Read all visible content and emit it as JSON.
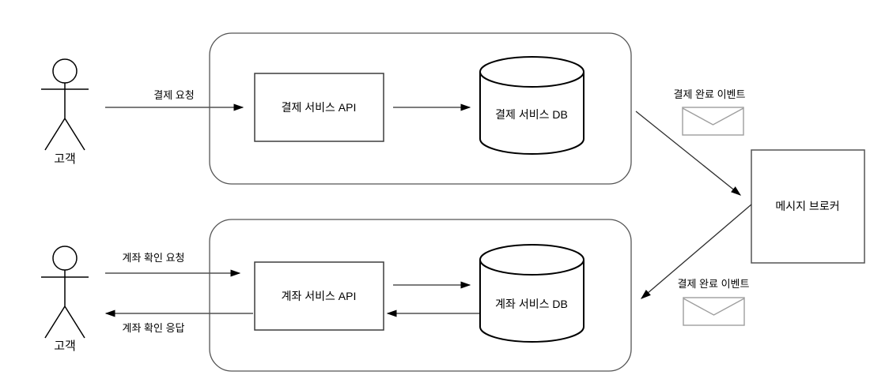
{
  "actors": {
    "top_label": "고객",
    "bottom_label": "고객"
  },
  "payment_flow": {
    "request_arrow_label": "결제 요청",
    "api_box_label": "결제 서비스 API",
    "db_label": "결제 서비스 DB",
    "event_label": "결제 완료 이벤트"
  },
  "account_flow": {
    "request_arrow_label": "계좌 확인 요청",
    "response_arrow_label": "계좌 확인 응답",
    "api_box_label": "계좌 서비스 API",
    "db_label": "계좌 서비스 DB",
    "event_label": "결제 완료 이벤트"
  },
  "broker": {
    "label": "메시지 브로커"
  },
  "icons": {
    "actor": "stick-figure",
    "database": "cylinder",
    "event": "envelope"
  },
  "colors": {
    "background": "#ffffff",
    "line": "#2e2e2e",
    "container_stroke": "#545454",
    "node_stroke": "#3d3d3d",
    "cylinder_stroke": "#000000",
    "envelope_stroke": "#9e9e9e",
    "text": "#000000"
  }
}
